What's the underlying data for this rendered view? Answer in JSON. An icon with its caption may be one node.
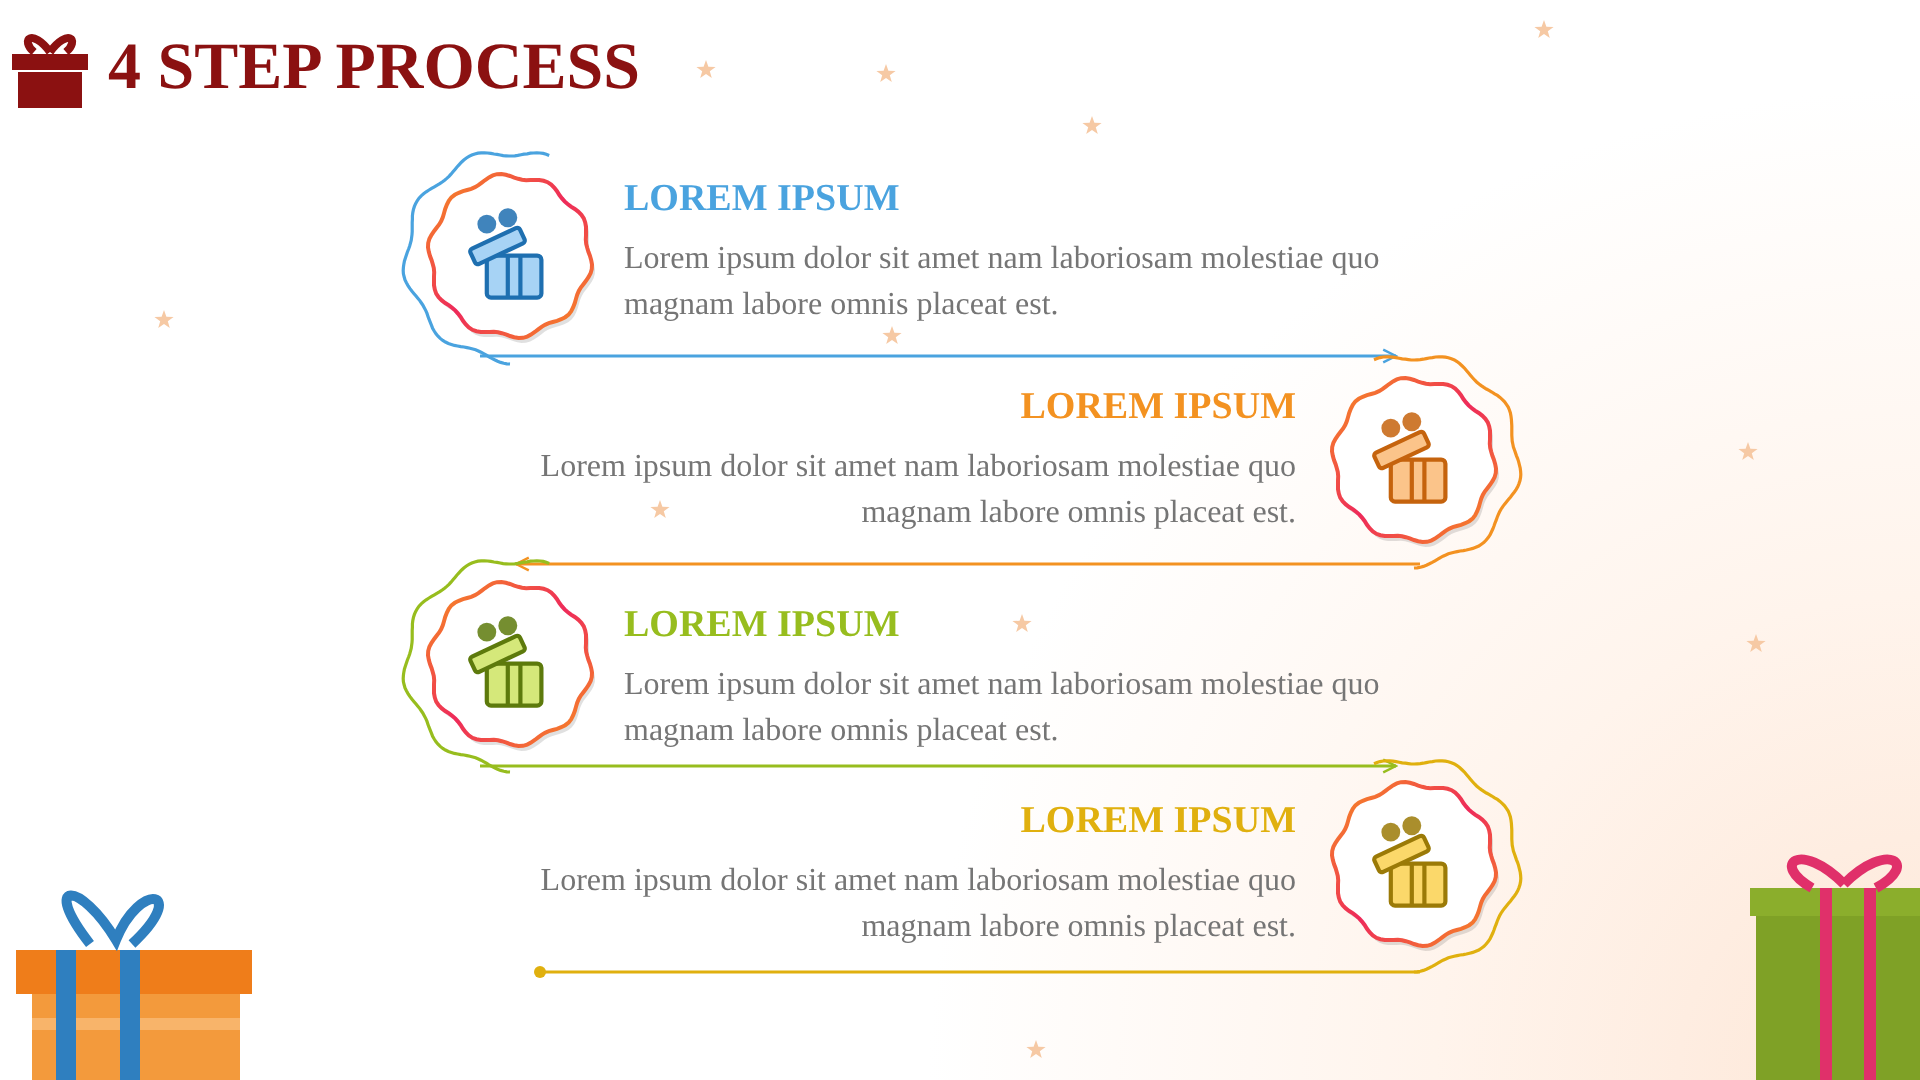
{
  "diagram": {
    "title": "4 STEP PROCESS",
    "nodes": [
      {
        "text": [
          "LOREM IPSUM",
          "Lorem ipsum dolor sit amet nam laboriosam molestiae quo magnam labore omnis placeat est."
        ]
      },
      {
        "text": [
          "LOREM IPSUM",
          "Lorem ipsum dolor sit amet nam laboriosam molestiae quo magnam labore omnis placeat est."
        ]
      },
      {
        "text": [
          "LOREM IPSUM",
          "Lorem ipsum dolor sit amet nam laboriosam molestiae quo magnam labore omnis placeat est."
        ]
      },
      {
        "text": [
          "LOREM IPSUM",
          "Lorem ipsum dolor sit amet nam laboriosam molestiae quo magnam labore omnis placeat est."
        ]
      }
    ],
    "edges": [
      {
        "from": 0,
        "to": 1,
        "arrow": "to",
        "color": "#4aa3df"
      },
      {
        "from": 1,
        "to": 2,
        "arrow": "to",
        "color": "#f39221"
      },
      {
        "from": 2,
        "to": 3,
        "arrow": "to",
        "color": "#97bd1e"
      },
      {
        "from": 3,
        "to": null,
        "arrow": "other",
        "color": "#e0b00e"
      }
    ]
  }
}
